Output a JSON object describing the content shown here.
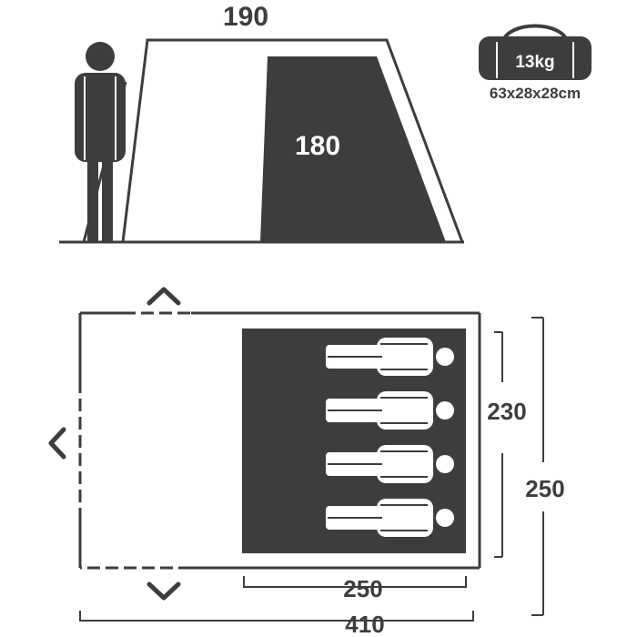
{
  "side_view": {
    "height_label": "190",
    "inner_height_label": "180"
  },
  "bag": {
    "weight_label": "13kg",
    "size_label": "63x28x28cm"
  },
  "floor_plan": {
    "inner_depth_label": "230",
    "total_depth_label": "250",
    "inner_width_label": "250",
    "total_width_label": "410",
    "sleeping_capacity": 4
  },
  "colors": {
    "dark": "#3b3d3f",
    "light": "#ffffff"
  }
}
